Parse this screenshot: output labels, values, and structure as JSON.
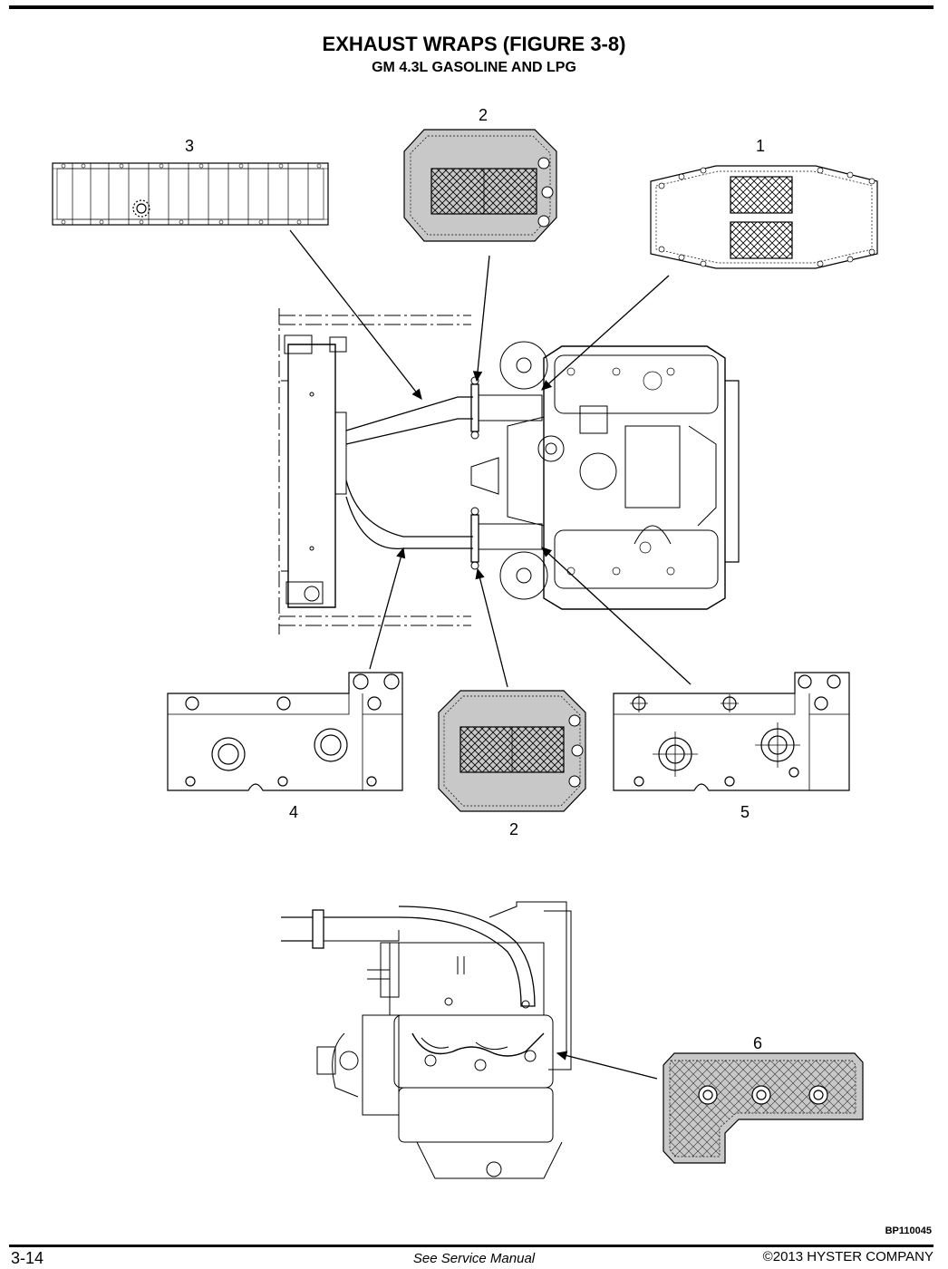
{
  "header": {
    "title": "EXHAUST WRAPS (FIGURE 3-8)",
    "subtitle": "GM 4.3L GASOLINE AND LPG"
  },
  "callouts": {
    "c1": "1",
    "c2_top": "2",
    "c2_bottom": "2",
    "c3": "3",
    "c4": "4",
    "c5": "5",
    "c6": "6"
  },
  "figure_ref": "BP110045",
  "footer": {
    "page_number": "3-14",
    "center_text": "See Service Manual",
    "copyright": "©2013 HYSTER COMPANY"
  }
}
